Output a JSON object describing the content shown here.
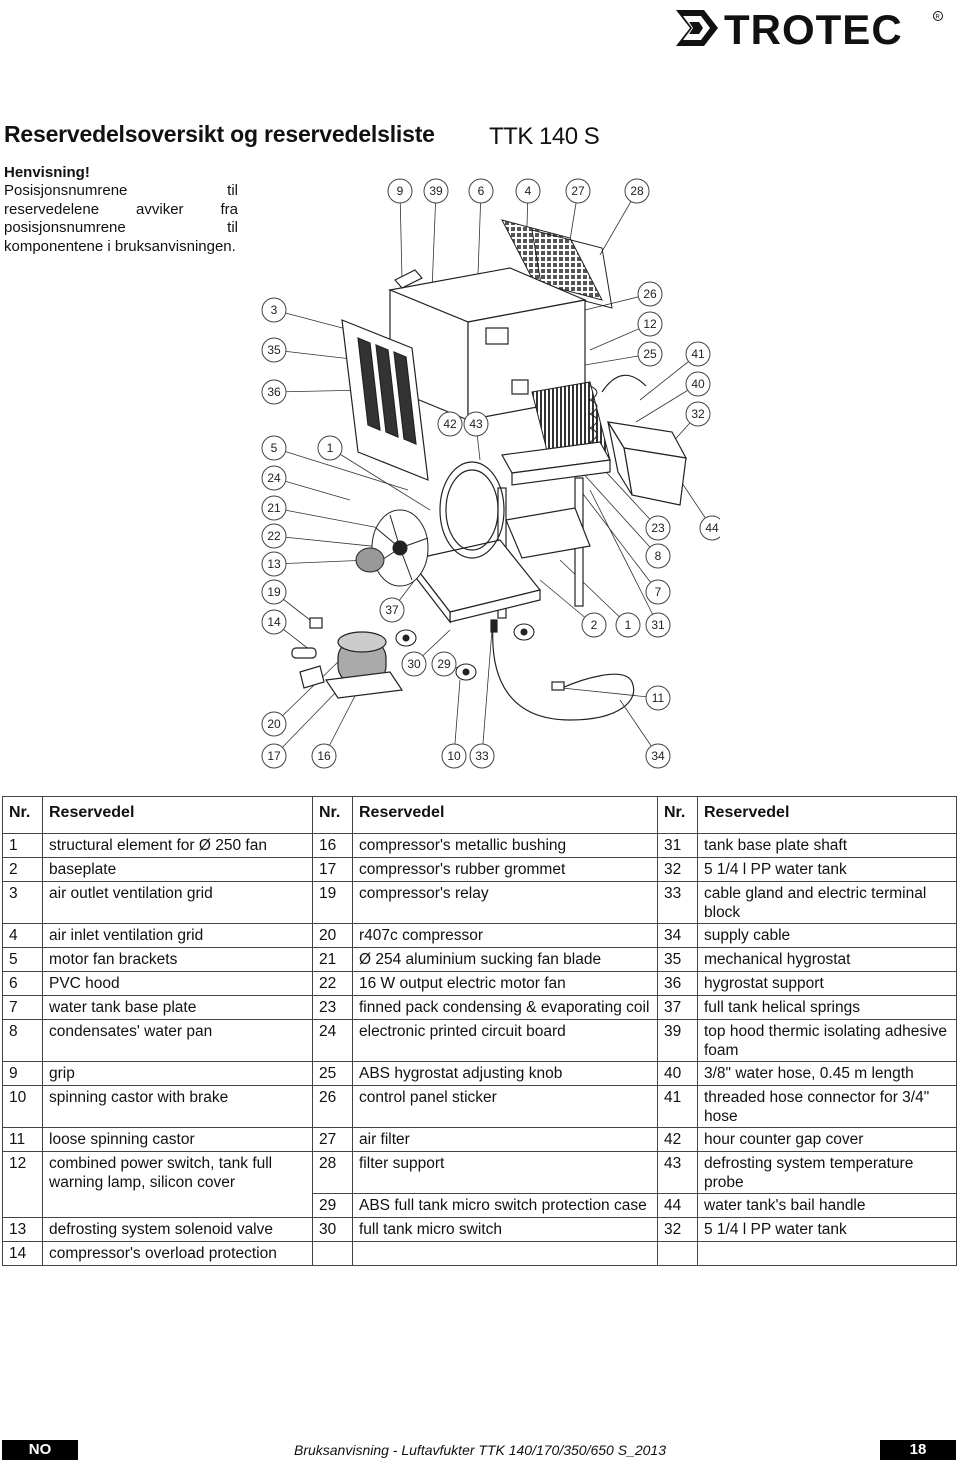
{
  "brand": "TROTEC",
  "header": {
    "title": "Reservedelsoversikt og reservedelsliste",
    "model": "TTK 140 S"
  },
  "note": {
    "heading": "Henvisning!",
    "body": "Posisjonsnumrene til reservedelene avviker fra posisjonsnumrene til komponentene i bruksanvisningen."
  },
  "diagram": {
    "callouts": [
      "9",
      "39",
      "6",
      "4",
      "27",
      "28",
      "3",
      "26",
      "12",
      "35",
      "25",
      "41",
      "40",
      "36",
      "32",
      "42",
      "43",
      "5",
      "1",
      "24",
      "21",
      "22",
      "23",
      "44",
      "8",
      "13",
      "19",
      "7",
      "37",
      "14",
      "2",
      "1",
      "31",
      "30",
      "29",
      "11",
      "20",
      "17",
      "16",
      "10",
      "33",
      "34"
    ]
  },
  "table": {
    "headers": {
      "nr": "Nr.",
      "part": "Reservedel"
    },
    "rows": [
      [
        "1",
        "structural element for Ø 250 fan",
        "16",
        "compressor's metallic bushing",
        "31",
        "tank base plate shaft"
      ],
      [
        "2",
        "baseplate",
        "17",
        "compressor's rubber grommet",
        "32",
        "5 1/4 l PP water tank"
      ],
      [
        "3",
        "air outlet ventilation grid",
        "19",
        "compressor's relay",
        "33",
        "cable gland and electric terminal block"
      ],
      [
        "4",
        "air inlet ventilation grid",
        "20",
        "r407c compressor",
        "34",
        "supply cable"
      ],
      [
        "5",
        "motor fan brackets",
        "21",
        "Ø 254 aluminium sucking fan blade",
        "35",
        "mechanical hygrostat"
      ],
      [
        "6",
        "PVC hood",
        "22",
        "16 W output electric motor fan",
        "36",
        "hygrostat support"
      ],
      [
        "7",
        "water tank base plate",
        "23",
        "finned pack condensing & evaporating coil",
        "37",
        "full tank helical springs"
      ],
      [
        "8",
        "condensates' water pan",
        "24",
        "electronic printed circuit board",
        "39",
        "top hood thermic isolating adhesive foam"
      ],
      [
        "9",
        "grip",
        "25",
        "ABS hygrostat adjusting knob",
        "40",
        "3/8\" water hose, 0.45 m length"
      ],
      [
        "10",
        "spinning castor with brake",
        "26",
        "control panel sticker",
        "41",
        "threaded hose connector for 3/4\" hose"
      ],
      [
        "11",
        "loose spinning castor",
        "27",
        "air filter",
        "42",
        "hour counter gap cover"
      ],
      [
        "12",
        "combined power switch, tank full warning lamp, silicon cover",
        "28",
        "filter support",
        "43",
        "defrosting system temperature probe"
      ],
      [
        "",
        "",
        "29",
        "ABS full tank micro switch protection case",
        "44",
        "water tank's bail handle"
      ],
      [
        "13",
        "defrosting system solenoid valve",
        "30",
        "full tank micro switch",
        "32",
        "5 1/4 l PP water tank"
      ],
      [
        "14",
        "compressor's overload protection",
        "",
        "",
        "",
        ""
      ]
    ]
  },
  "footer": {
    "lang": "NO",
    "center": "Bruksanvisning - Luftavfukter TTK 140/170/350/650 S_2013",
    "page": "18"
  }
}
